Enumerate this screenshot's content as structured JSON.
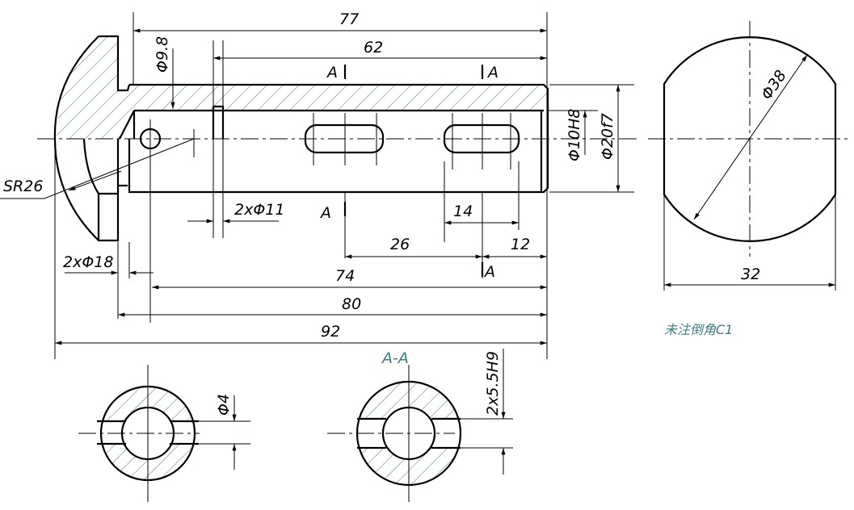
{
  "drawing": {
    "dimensions": {
      "overall_77": "77",
      "length_62": "62",
      "length_74": "74",
      "length_80": "80",
      "length_92": "92",
      "spacing_26": "26",
      "end_12": "12",
      "slot_14": "14",
      "dia_9_8": "Φ9.8",
      "dia_10h8": "Φ10H8",
      "dia_20f7": "Φ20f7",
      "groove_2x11": "2xΦ11",
      "hole_2x18": "2xΦ18",
      "sphere_sr26": "SR26",
      "dia_38": "Φ38",
      "width_32": "32",
      "dia_4": "Φ4",
      "slot_2x5_5h9": "2x5.5H9"
    },
    "section_marks": {
      "a": "A"
    },
    "section_title": "A-A",
    "note": "未注倒角C1",
    "colors": {
      "line": "#000000",
      "hatch": "#3b7f86",
      "note": "#3b7f86"
    }
  }
}
